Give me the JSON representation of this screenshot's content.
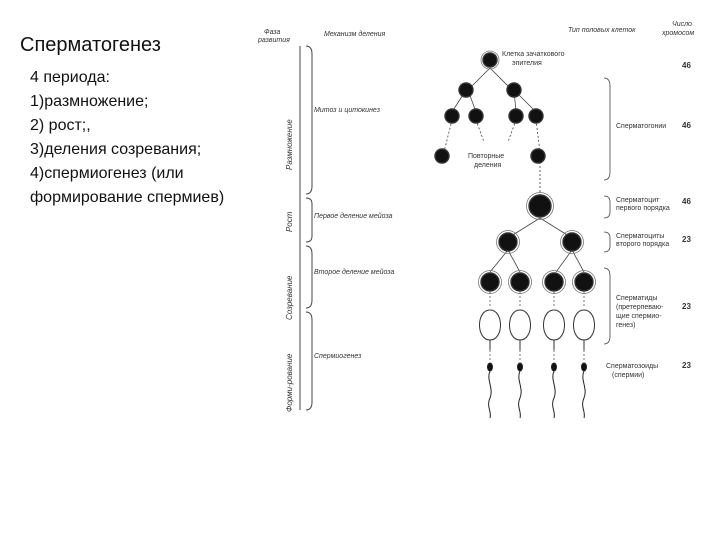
{
  "slide": {
    "title": "Сперматогенез",
    "points": [
      "4 периода:",
      "1)размножение;",
      "2) рост;,",
      "3)деления созревания;",
      "4)спермиогенез (или формирование спермиев)"
    ]
  },
  "diagram": {
    "headers": {
      "phase_line1": "Фаза",
      "phase_line2": "развития",
      "mechanism": "Механизм деления",
      "cell_type": "Тип половых клеток",
      "chrom_line1": "Число",
      "chrom_line2": "хромосом"
    },
    "phases": {
      "reproduction": "Размножение",
      "growth": "Рост",
      "maturation": "Созревание",
      "formation": "Форми-рование"
    },
    "mechanisms": {
      "mitosis": "Митоз и цитокинез",
      "meiosis1": "Первое деление мейоза",
      "meiosis2": "Второе деление мейоза",
      "spermiogenesis": "Спермиогенез"
    },
    "annotations": {
      "germ_epithelium_1": "Клетка зачаткового",
      "germ_epithelium_2": "эпителия",
      "repeated_1": "Повторные",
      "repeated_2": "деления"
    },
    "cell_types": {
      "spermatogonia": "Сперматогонии",
      "spermatocyte1_a": "Сперматоцит",
      "spermatocyte1_b": "первого порядка",
      "spermatocyte2_a": "Сперматоциты",
      "spermatocyte2_b": "второго порядка",
      "spermatids_a": "Сперматиды",
      "spermatids_b": "(претерпеваю-",
      "spermatids_c": "щие спермио-",
      "spermatids_d": "генез)",
      "spermatozoa_a": "Сперматозоиды",
      "spermatozoa_b": "(спермии)"
    },
    "chromosomes": {
      "germ": "46",
      "spermatogonia": "46",
      "spermatocyte1": "46",
      "spermatocyte2": "23",
      "spermatids": "23",
      "spermatozoa": "23"
    },
    "colors": {
      "ink": "#111111",
      "line": "#444444",
      "text": "#333333"
    }
  }
}
